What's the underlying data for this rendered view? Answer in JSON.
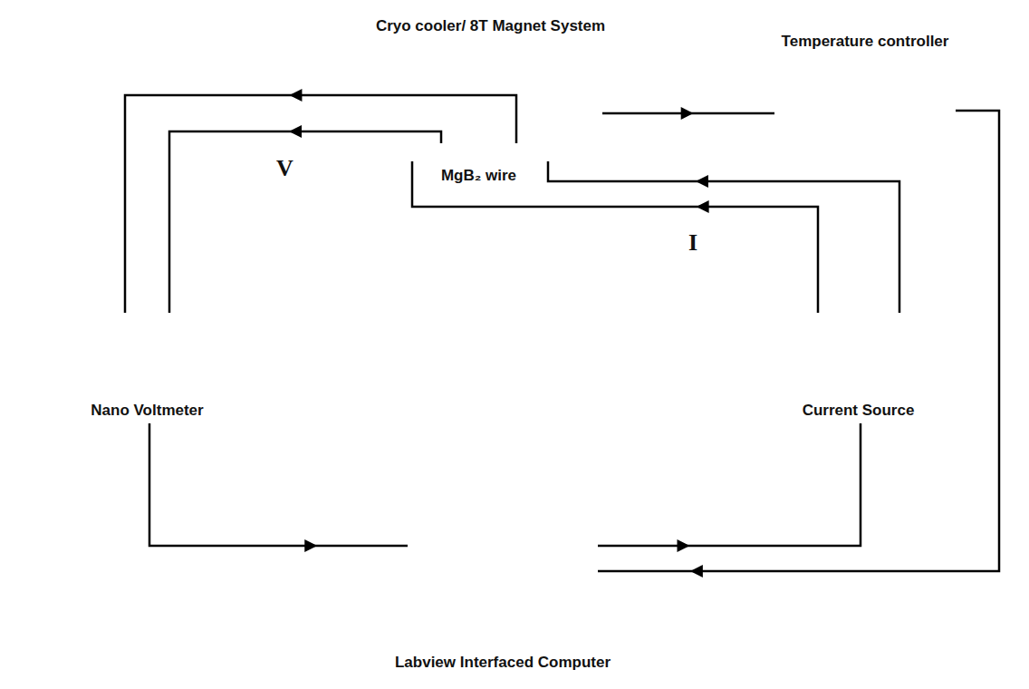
{
  "diagram": {
    "nodes": [
      {
        "text": [
          "Cryo cooler/ 8T Magnet System"
        ]
      },
      {
        "text": [
          "MgB₂ wire"
        ],
        "in": 0
      },
      {
        "text": [
          "Temperature controller"
        ]
      },
      {
        "text": [
          "Nano Voltmeter"
        ]
      },
      {
        "text": [
          "Current Source"
        ]
      },
      {
        "text": [
          "Labview Interfaced Computer"
        ]
      }
    ],
    "edges": [
      {
        "from": 1,
        "to": 3,
        "arrow": "to",
        "label": "V"
      },
      {
        "from": 1,
        "to": 3,
        "arrow": "to"
      },
      {
        "from": 4,
        "to": 1,
        "arrow": "to",
        "label": "I"
      },
      {
        "from": 4,
        "to": 1,
        "arrow": "to"
      },
      {
        "from": 0,
        "to": 2,
        "arrow": "to"
      },
      {
        "from": 3,
        "to": 5,
        "arrow": "to"
      },
      {
        "from": 5,
        "to": 4,
        "arrow": "to"
      },
      {
        "from": 2,
        "to": 5,
        "arrow": "to"
      }
    ]
  }
}
